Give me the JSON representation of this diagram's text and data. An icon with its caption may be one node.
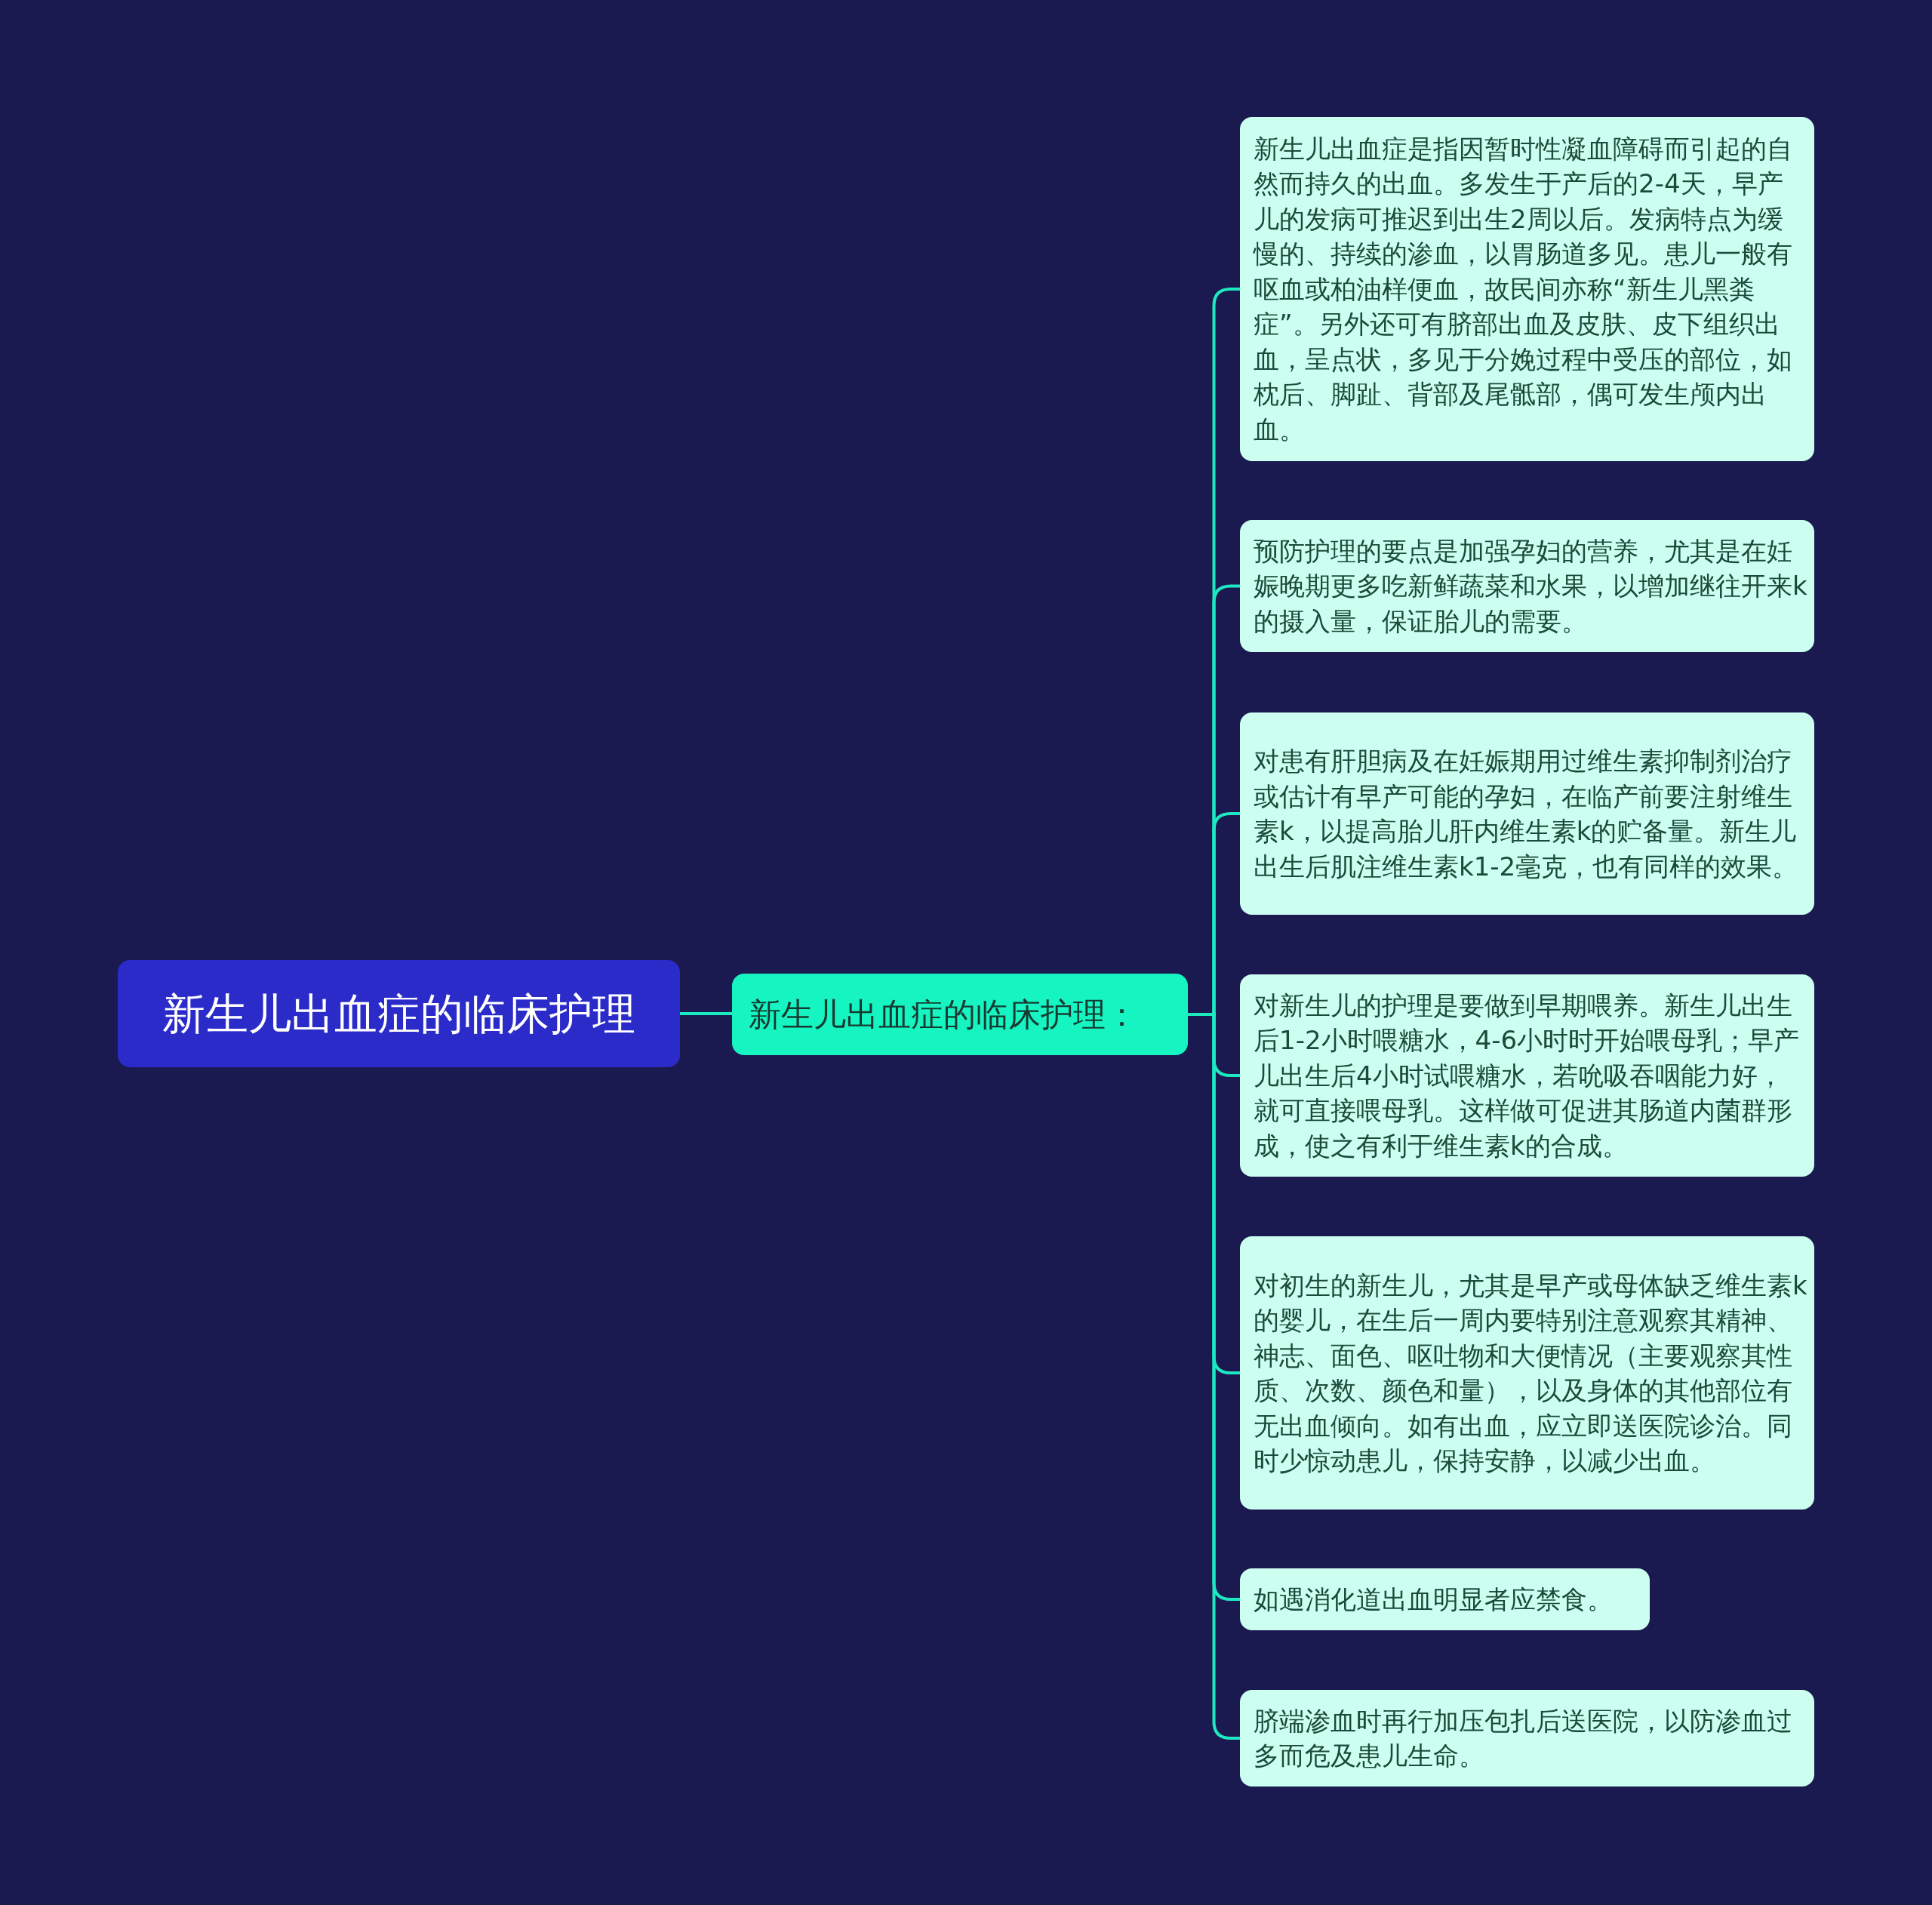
{
  "diagram": {
    "nodes": [
      {
        "text": [
          "新生儿出血症的临床护理"
        ]
      },
      {
        "text": [
          "新生儿出血症的临床护理："
        ]
      },
      {
        "text": [
          "新生儿出血症是指因暂时性凝血障碍而引起的自然而持久的出血。多发生于产后的2-4天，早产儿的发病可推迟到出生2周以后。发病特点为缓慢的、持续的渗血，以胃肠道多见。患儿一般有呕血或柏油样便血，故民间亦称“新生儿黑粪症”。另外还可有脐部出血及皮肤、皮下组织出血，呈点状，多见于分娩过程中受压的部位，如枕后、脚趾、背部及尾骶部，偶可发生颅内出血。"
        ]
      },
      {
        "text": [
          "预防护理的要点是加强孕妇的营养，尤其是在妊娠晚期更多吃新鲜蔬菜和水果，以增加继往开来k的摄入量，保证胎儿的需要。"
        ]
      },
      {
        "text": [
          "对患有肝胆病及在妊娠期用过维生素抑制剂治疗或估计有早产可能的孕妇，在临产前要注射维生素k，以提高胎儿肝内维生素k的贮备量。新生儿出生后肌注维生素k1-2毫克，也有同样的效果。"
        ]
      },
      {
        "text": [
          "对新生儿的护理是要做到早期喂养。新生儿出生后1-2小时喂糖水，4-6小时时开始喂母乳；早产儿出生后4小时试喂糖水，若吮吸吞咽能力好，就可直接喂母乳。这样做可促进其肠道内菌群形成，使之有利于维生素k的合成。"
        ]
      },
      {
        "text": [
          "对初生的新生儿，尤其是早产或母体缺乏维生素k的婴儿，在生后一周内要特别注意观察其精神、神志、面色、呕吐物和大便情况（主要观察其性质、次数、颜色和量），以及身体的其他部位有无出血倾向。如有出血，应立即送医院诊治。同时少惊动患儿，保持安静，以减少出血。"
        ]
      },
      {
        "text": [
          "如遇消化道出血明显者应禁食。"
        ]
      },
      {
        "text": [
          "脐端渗血时再行加压包扎后送医院，以防渗血过多而危及患儿生命。"
        ]
      }
    ],
    "edges": [
      {
        "from": 0,
        "to": 1,
        "arrow": "none"
      },
      {
        "from": 1,
        "to": 2,
        "arrow": "none"
      },
      {
        "from": 1,
        "to": 3,
        "arrow": "none"
      },
      {
        "from": 1,
        "to": 4,
        "arrow": "none"
      },
      {
        "from": 1,
        "to": 5,
        "arrow": "none"
      },
      {
        "from": 1,
        "to": 6,
        "arrow": "none"
      },
      {
        "from": 1,
        "to": 7,
        "arrow": "none"
      },
      {
        "from": 1,
        "to": 8,
        "arrow": "none"
      }
    ]
  }
}
